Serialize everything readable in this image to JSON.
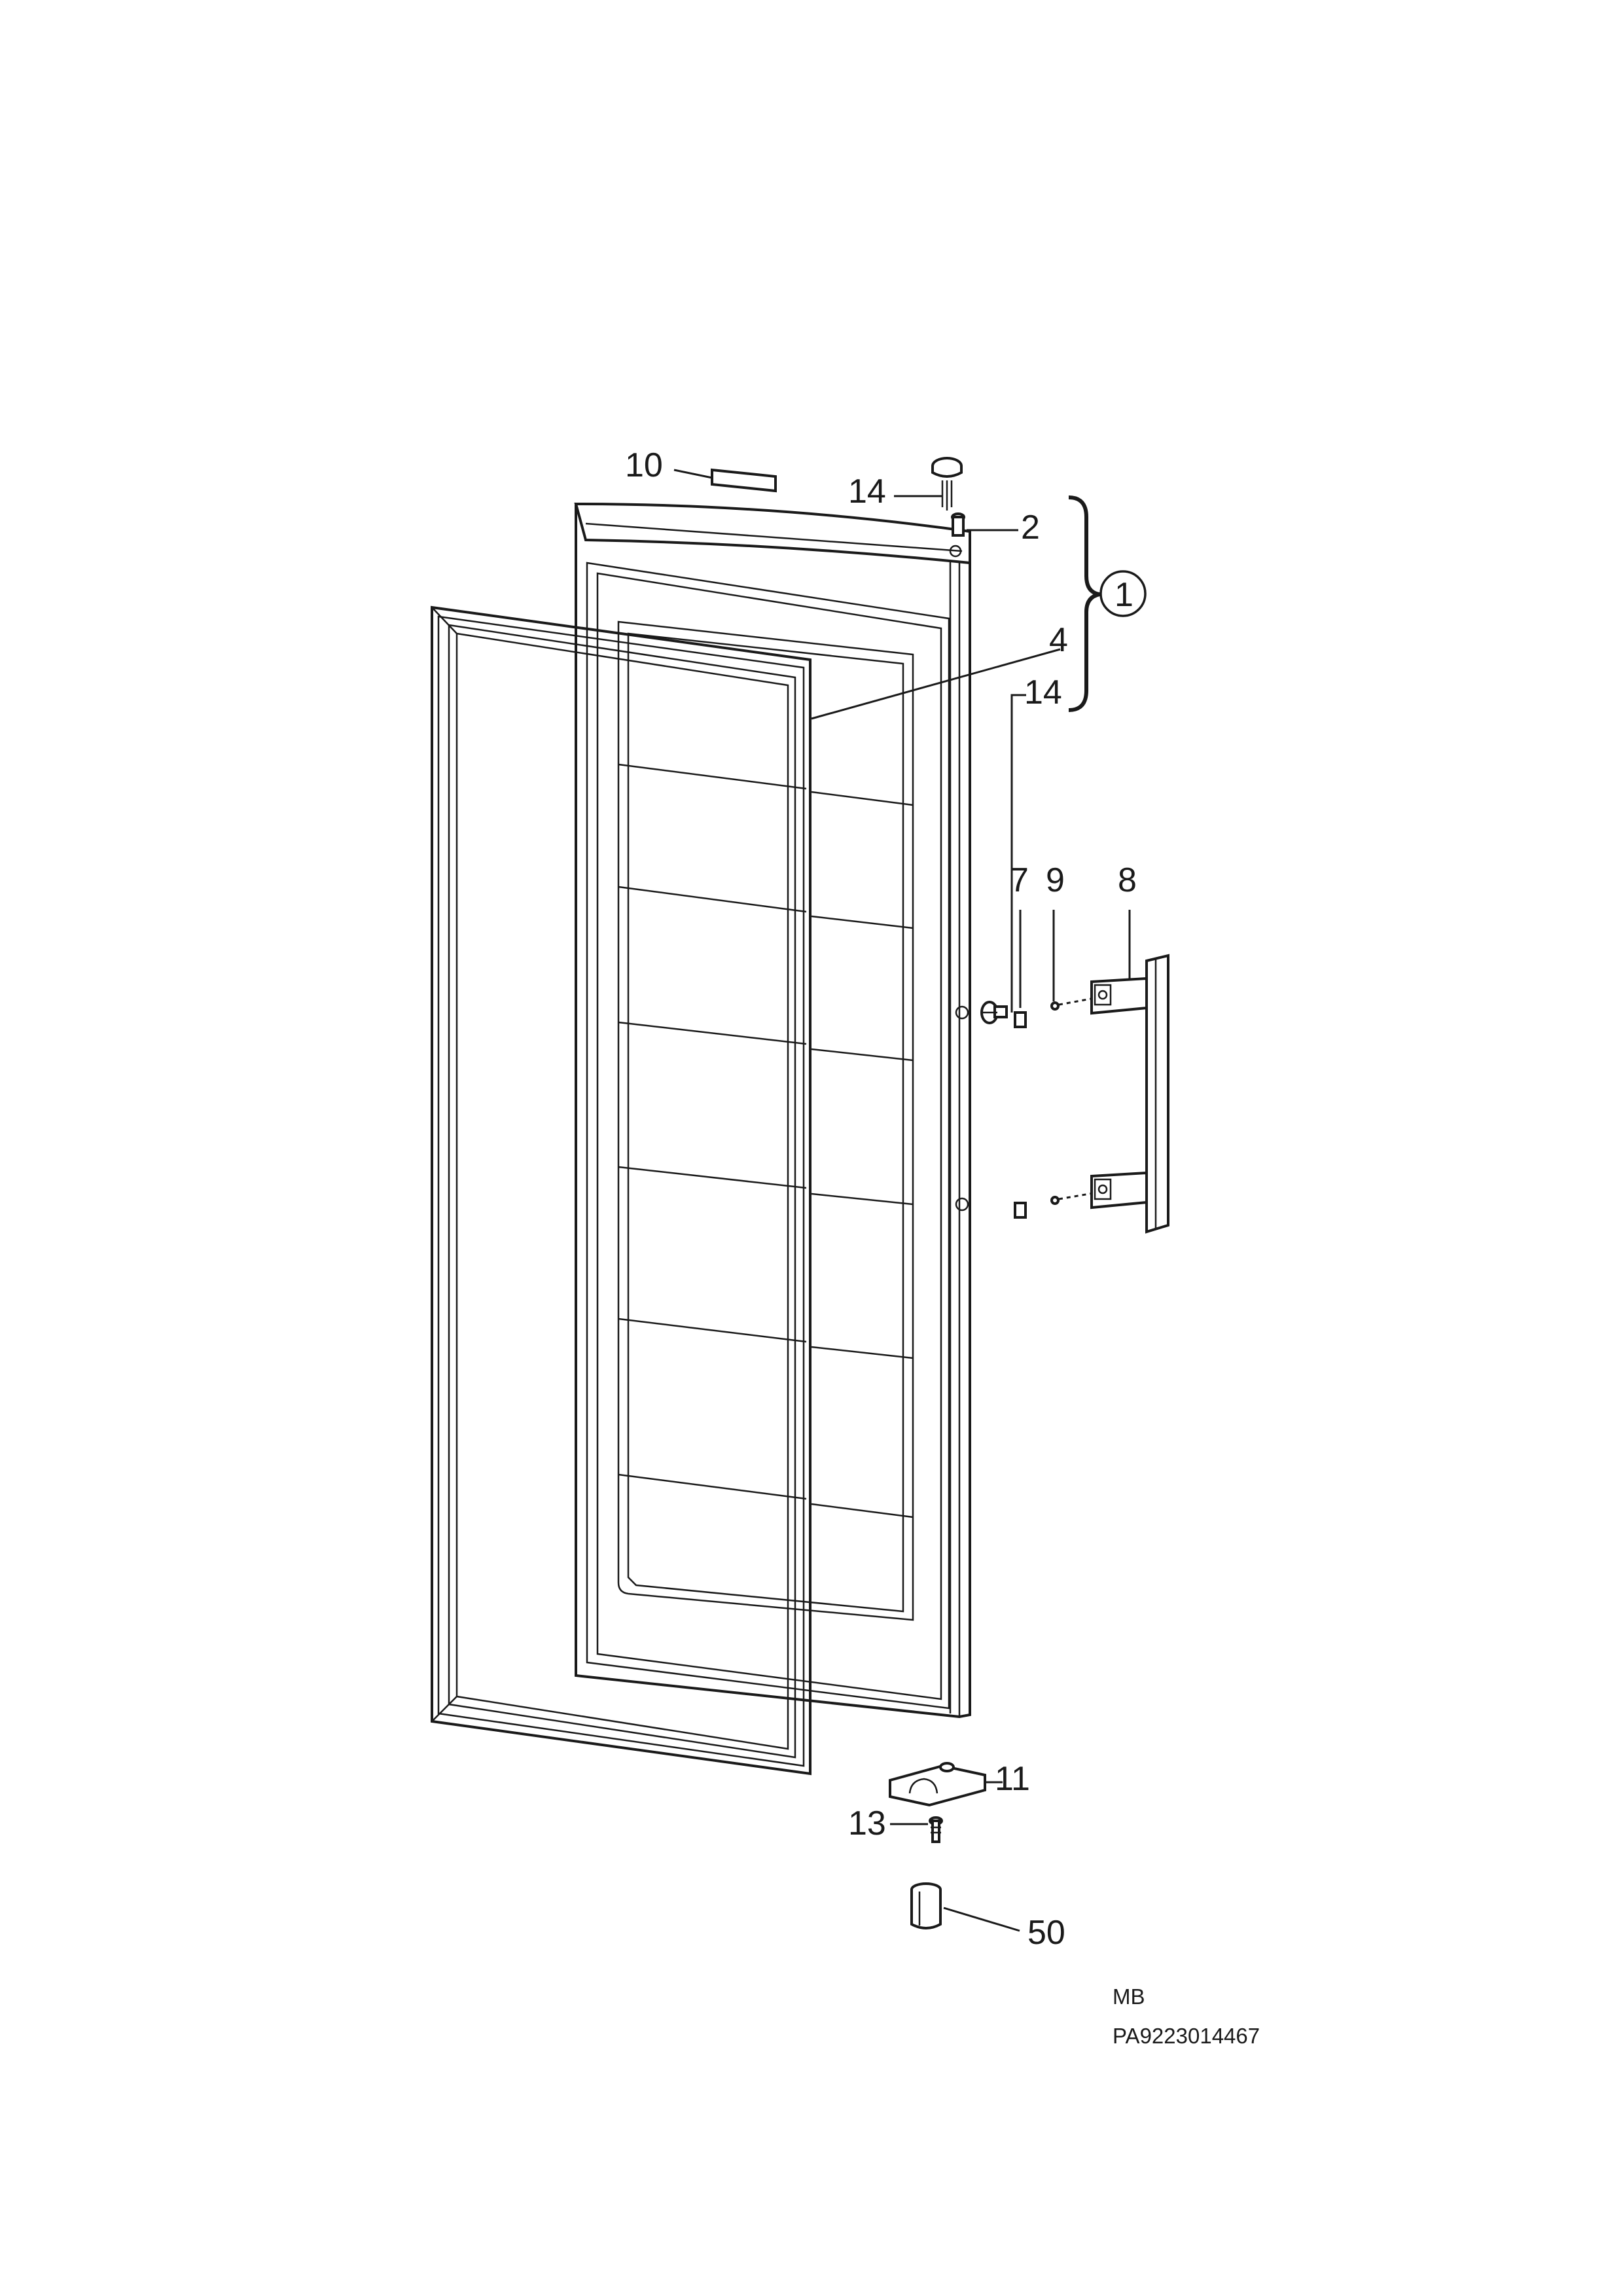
{
  "callouts": {
    "c10": "10",
    "c14_top": "14",
    "c2": "2",
    "c1": "1",
    "c4": "4",
    "c14_side": "14",
    "c7": "7",
    "c9": "9",
    "c8": "8",
    "c11": "11",
    "c13": "13",
    "c50": "50"
  },
  "reference": {
    "code": "MB",
    "part_number": "PA9223014467"
  }
}
